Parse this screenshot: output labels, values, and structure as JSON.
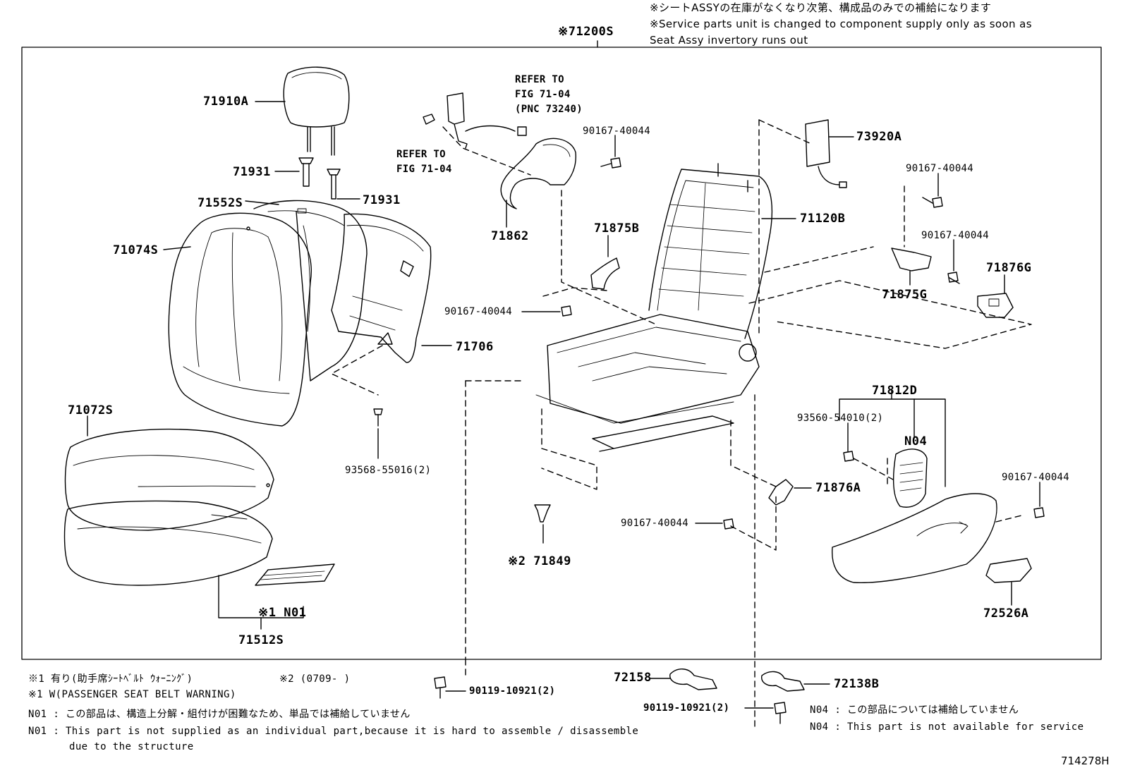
{
  "header": {
    "note_ja": "※シートASSYの在庫がなくなり次第、構成品のみでの補給になります",
    "note_en_1": "※Service parts unit is changed to component supply only as soon as",
    "note_en_2": "Seat Assy invertory runs out",
    "assembly": "※71200S"
  },
  "parts": {
    "p71910A": "71910A",
    "p71931a": "71931",
    "p71931b": "71931",
    "p71552S": "71552S",
    "p71074S": "71074S",
    "p71706": "71706",
    "p71072S": "71072S",
    "p71512S": "71512S",
    "pN01": "※1 N01",
    "p93568": "93568-55016(2)",
    "p71862": "71862",
    "p71875B": "71875B",
    "b90167a": "90167-40044",
    "b90167b": "90167-40044",
    "refer1": "REFER TO",
    "refer1b": "FIG 71-04",
    "refer1c": "(PNC 73240)",
    "refer2": "REFER TO",
    "refer2b": "FIG 71-04",
    "p73920A": "73920A",
    "p71120B": "71120B",
    "b90167c": "90167-40044",
    "b90167d": "90167-40044",
    "p71876G": "71876G",
    "p71875G": "71875G",
    "p71812D": "71812D",
    "b93560": "93560-54010(2)",
    "pN04": "N04",
    "b90167e": "90167-40044",
    "p71876A": "71876A",
    "b90167f": "90167-40044",
    "p71849": "※2 71849",
    "p72526A": "72526A",
    "p72158": "72158",
    "p72138B": "72138B",
    "b90119a": "90119-10921(2)",
    "b90119b": "90119-10921(2)"
  },
  "footnotes": {
    "f1_ja": "※1 有り(助手席ｼｰﾄﾍﾞﾙﾄ ｳｫｰﾆﾝｸﾞ)",
    "f2": "※2 (0709-     )",
    "f1_en": "※1 W(PASSENGER SEAT BELT WARNING)",
    "n01_ja": "N01 : この部品は、構造上分解・組付けが困難なため、単品では補給していません",
    "n01_en_1": "N01 : This part is not supplied as an individual part,because it is hard to assemble / disassemble",
    "n01_en_2": "due to the structure",
    "n04_ja": "N04 : この部品については補給していません",
    "n04_en": "N04 : This part is not available for service",
    "figure_id": "714278H"
  }
}
